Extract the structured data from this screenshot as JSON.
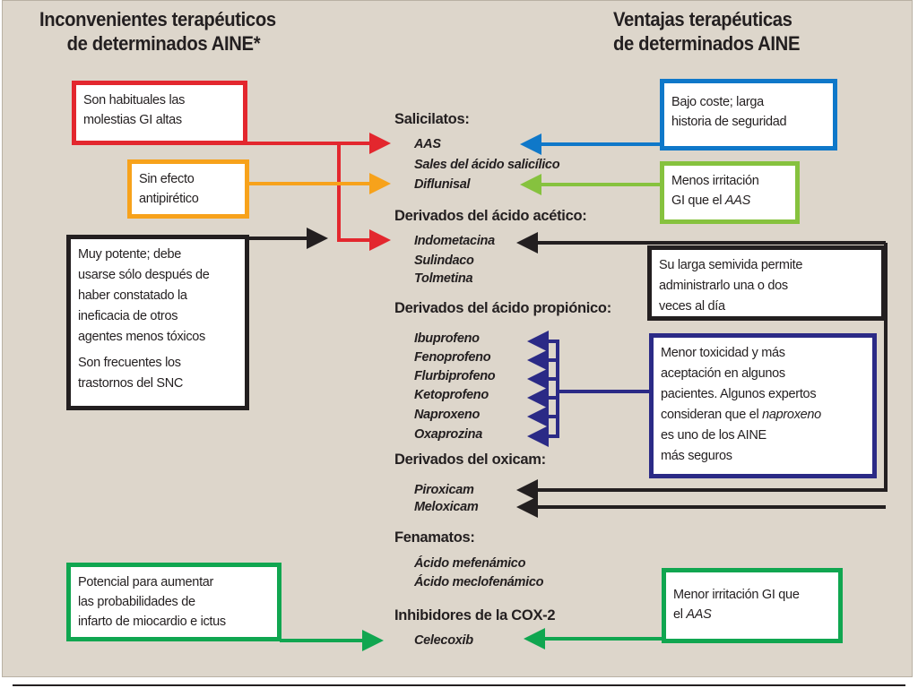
{
  "headings": {
    "left": [
      "Inconvenientes terapéuticos",
      "de determinados AINE*"
    ],
    "right": [
      "Ventajas terapéuticas",
      "de determinados AINE"
    ]
  },
  "colors": {
    "red": "#e3272e",
    "orange": "#f7a21b",
    "black": "#231f20",
    "blue": "#0f78c9",
    "light_green": "#86c23e",
    "navy": "#2b2a86",
    "green": "#10a650",
    "background": "#ddd6cb"
  },
  "drug_list": [
    {
      "category": "Salicilatos:",
      "drugs": [
        "AAS",
        "Sales del ácido salicílico",
        "Diflunisal"
      ]
    },
    {
      "category": "Derivados del ácido acético:",
      "drugs": [
        "Indometacina",
        "Sulindaco",
        "Tolmetina"
      ]
    },
    {
      "category": "Derivados del ácido propiónico:",
      "drugs": [
        "Ibuprofeno",
        "Fenoprofeno",
        "Flurbiprofeno",
        "Ketoprofeno",
        "Naproxeno",
        "Oxaprozina"
      ]
    },
    {
      "category": "Derivados del oxicam:",
      "drugs": [
        "Piroxicam",
        "Meloxicam"
      ]
    },
    {
      "category": "Fenamatos:",
      "drugs": [
        "Ácido mefenámico",
        "Ácido meclofenámico"
      ]
    },
    {
      "category": "Inhibidores de la COX-2",
      "drugs": [
        "Celecoxib"
      ]
    }
  ],
  "disadvantages": [
    {
      "id": "gi",
      "color": "red",
      "lines": [
        "Son habituales las",
        "molestias GI altas"
      ],
      "targets": [
        "AAS",
        "Indometacina"
      ]
    },
    {
      "id": "antipyretic",
      "color": "orange",
      "lines": [
        "Sin efecto",
        "antipirético"
      ],
      "targets": [
        "Diflunisal"
      ]
    },
    {
      "id": "potent",
      "color": "black",
      "lines": [
        "Muy potente; debe",
        "usarse sólo después de",
        "haber constatado la",
        "ineficacia de otros",
        "agentes menos tóxicos"
      ],
      "lines2": [
        "Son frecuentes los",
        "trastornos del SNC"
      ],
      "targets": [
        "Indometacina"
      ]
    },
    {
      "id": "cardio",
      "color": "green",
      "lines": [
        "Potencial para aumentar",
        "las probabilidades de",
        "infarto de miocardio e ictus"
      ],
      "targets": [
        "Celecoxib"
      ]
    }
  ],
  "advantages": [
    {
      "id": "cost",
      "color": "blue",
      "lines": [
        "Bajo coste; larga",
        "historia de seguridad"
      ],
      "targets": [
        "AAS"
      ]
    },
    {
      "id": "less-gi",
      "color": "light_green",
      "lines": [
        "Menos irritación",
        "GI que el "
      ],
      "italic_suffix": "AAS",
      "targets": [
        "Diflunisal"
      ]
    },
    {
      "id": "half-life",
      "color": "black",
      "lines": [
        "Su larga semivida permite",
        "administrarlo una o dos",
        "veces al día"
      ],
      "targets": [
        "Indometacina",
        "Piroxicam",
        "Meloxicam"
      ]
    },
    {
      "id": "toxicity",
      "color": "navy",
      "lines": [
        "Menor toxicidad y más",
        "aceptación en algunos",
        "pacientes. Algunos expertos",
        "consideran que el "
      ],
      "italic_word": "naproxeno",
      "lines_after": [
        "es uno de los AINE",
        "más seguros"
      ],
      "targets": [
        "Ibuprofeno",
        "Fenoprofeno",
        "Flurbiprofeno",
        "Ketoprofeno",
        "Naproxeno",
        "Oxaprozina"
      ]
    },
    {
      "id": "cox2",
      "color": "green",
      "lines": [
        "Menor irritación GI que",
        "el "
      ],
      "italic_suffix": "AAS",
      "targets": [
        "Celecoxib"
      ]
    }
  ]
}
